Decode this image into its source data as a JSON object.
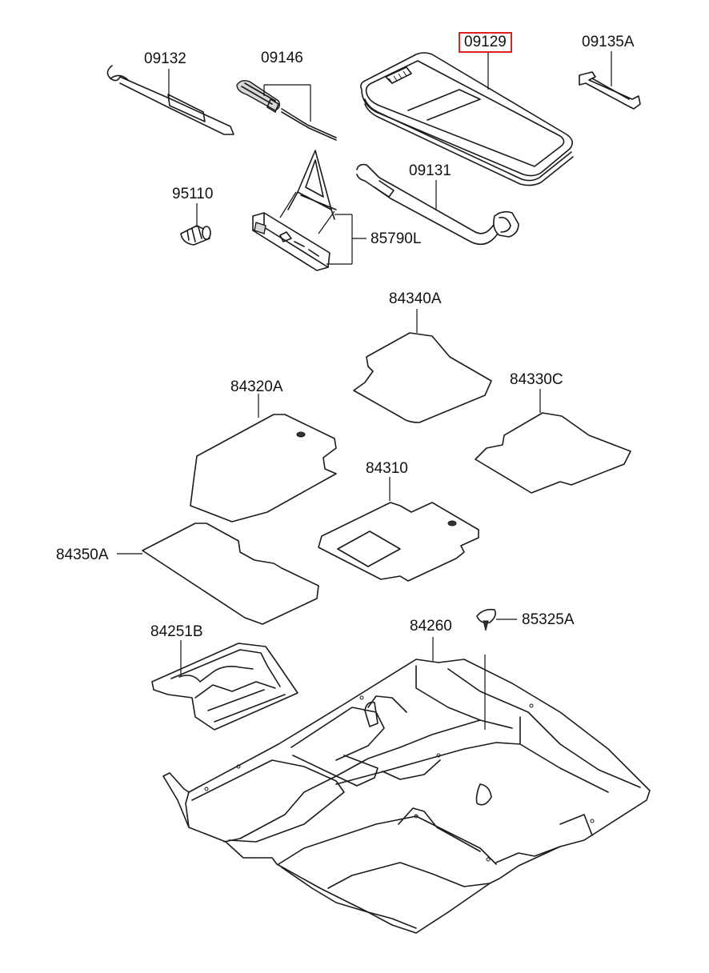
{
  "parts": [
    {
      "id": "09132"
    },
    {
      "id": "09146"
    },
    {
      "id": "09129",
      "highlighted": true
    },
    {
      "id": "09135A"
    },
    {
      "id": "09131"
    },
    {
      "id": "95110"
    },
    {
      "id": "85790L"
    },
    {
      "id": "84340A"
    },
    {
      "id": "84320A"
    },
    {
      "id": "84330C"
    },
    {
      "id": "84310"
    },
    {
      "id": "84350A"
    },
    {
      "id": "84251B"
    },
    {
      "id": "84260"
    },
    {
      "id": "85325A"
    }
  ],
  "colors": {
    "line": "#1a1a1a",
    "highlight": "#e0201c",
    "background": "#ffffff"
  }
}
